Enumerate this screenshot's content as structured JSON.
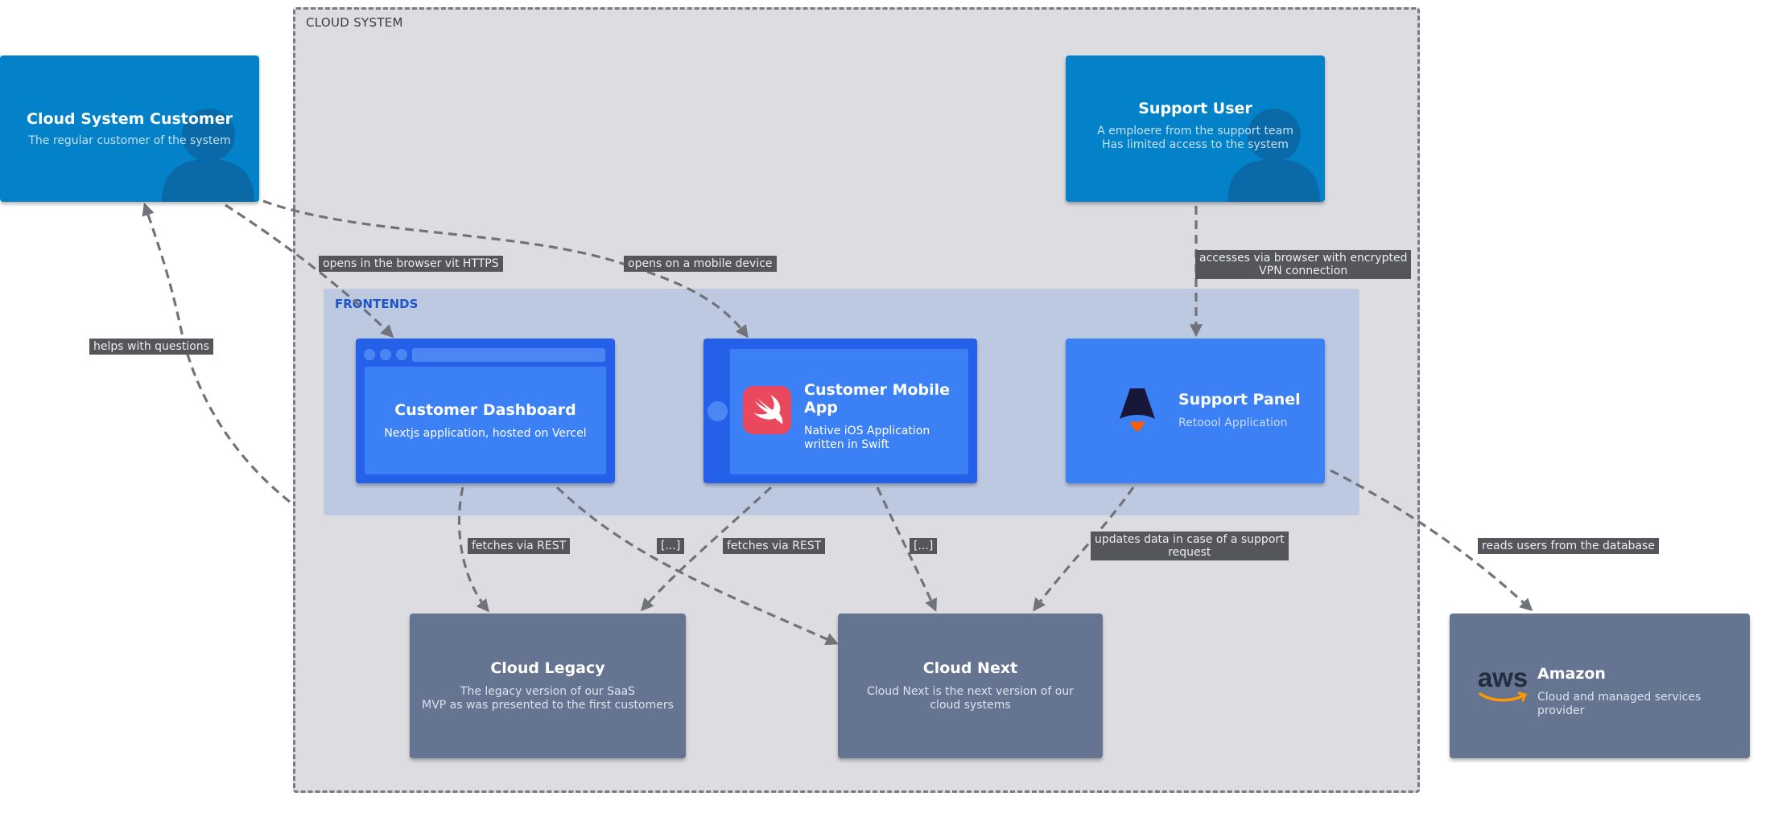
{
  "boundary": {
    "label": "CLOUD SYSTEM"
  },
  "frontends": {
    "label": "FRONTENDS"
  },
  "nodes": {
    "customer": {
      "title": "Cloud System Customer",
      "desc": "The regular customer of the system",
      "icon": "person-silhouette-icon"
    },
    "support_user": {
      "title": "Support User",
      "desc": "A emploere from the support team\nHas limited access to the system",
      "icon": "person-silhouette-icon"
    },
    "dashboard": {
      "title": "Customer Dashboard",
      "desc": "Nextjs application, hosted on Vercel"
    },
    "mobile": {
      "title": "Customer Mobile App",
      "desc": "Native iOS Application\nwritten in Swift",
      "icon": "swift-logo-icon"
    },
    "support_panel": {
      "title": "Support Panel",
      "desc": "Retoool Application",
      "icon": "astro-logo-icon"
    },
    "legacy": {
      "title": "Cloud Legacy",
      "desc": "The legacy version of our SaaS\nMVP as was presented to the first customers"
    },
    "next": {
      "title": "Cloud Next",
      "desc": "Cloud Next is the next version of our\ncloud systems"
    },
    "amazon": {
      "title": "Amazon",
      "desc": "Cloud and managed services provider",
      "icon": "aws-logo-icon",
      "logo_text": "aws"
    }
  },
  "edges": {
    "customer_dashboard": "opens in the browser vit HTTPS",
    "customer_mobile": "opens on a mobile device",
    "support_user_panel": "accesses via browser with encrypted\nVPN connection",
    "support_customer": "helps with questions",
    "dashboard_legacy": "fetches via REST",
    "dashboard_next": "[...]",
    "mobile_legacy": "fetches via REST",
    "mobile_next": "[...]",
    "panel_next": "updates data in case of a support\nrequest",
    "panel_amazon": "reads users from the database"
  },
  "colors": {
    "person": "#0382c9",
    "frontend": "#3b81f5",
    "frontend_shape": "#2460e8",
    "system": "#657491",
    "boundary": "#dddde1",
    "frontends_group": "#bdc9e1",
    "edge": "#707379",
    "edge_label_bg": "#54565b"
  }
}
